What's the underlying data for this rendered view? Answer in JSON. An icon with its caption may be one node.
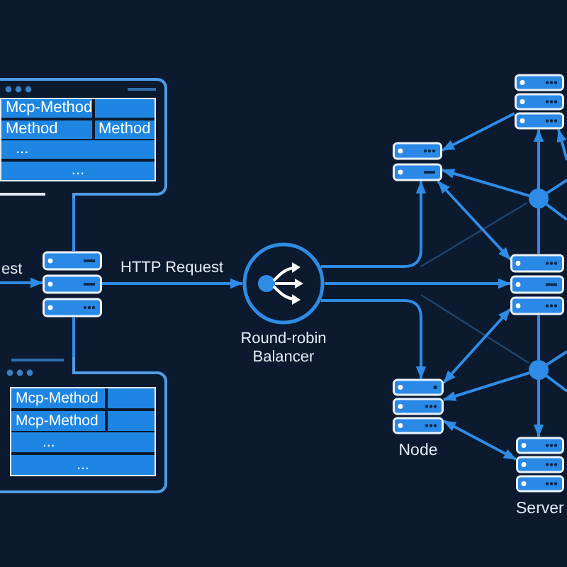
{
  "diagram": {
    "nodes": [
      {
        "text": [
          "Mcp-Method",
          "Method",
          "Method",
          "...",
          "..."
        ]
      },
      {
        "text": [],
        "shape": "server"
      },
      {
        "text": [
          "Mcp-Method",
          "Mcp-Method",
          "...",
          "..."
        ]
      },
      {
        "text": [
          "Round-robin Balancer"
        ]
      },
      {
        "text": [],
        "shape": "server"
      },
      {
        "text": [],
        "shape": "server"
      },
      {
        "text": [],
        "shape": "circle"
      },
      {
        "text": [],
        "shape": "server"
      },
      {
        "text": [],
        "shape": "circle"
      },
      {
        "text": [
          "Node"
        ]
      },
      {
        "text": [
          "Server"
        ]
      }
    ],
    "edges": [
      {
        "from": null,
        "to": 1,
        "arrow": "to",
        "label": "est"
      },
      {
        "from": 0,
        "to": 1,
        "arrow": "none"
      },
      {
        "from": 1,
        "to": 2,
        "arrow": "none"
      },
      {
        "from": 1,
        "to": 3,
        "arrow": "to",
        "label": "HTTP Request"
      },
      {
        "from": 3,
        "to": 5,
        "arrow": "to"
      },
      {
        "from": 3,
        "to": 7,
        "arrow": "to"
      },
      {
        "from": 3,
        "to": 9,
        "arrow": "to"
      },
      {
        "from": 6,
        "to": 4,
        "arrow": "to"
      },
      {
        "from": 4,
        "to": 5,
        "arrow": "to"
      },
      {
        "from": 6,
        "to": 5,
        "arrow": "to"
      },
      {
        "from": 5,
        "to": 7,
        "arrow": "both"
      },
      {
        "from": 6,
        "to": 7,
        "arrow": "none"
      },
      {
        "from": 7,
        "to": 8,
        "arrow": "none"
      },
      {
        "from": 8,
        "to": 9,
        "arrow": "to"
      },
      {
        "from": 8,
        "to": 10,
        "arrow": "to"
      },
      {
        "from": 7,
        "to": 9,
        "arrow": "both"
      },
      {
        "from": 9,
        "to": 10,
        "arrow": "both"
      },
      {
        "from": 6,
        "to": null,
        "arrow": "none"
      },
      {
        "from": 6,
        "to": null,
        "arrow": "none"
      },
      {
        "from": 8,
        "to": null,
        "arrow": "none"
      },
      {
        "from": 8,
        "to": null,
        "arrow": "none"
      },
      {
        "from": null,
        "to": 4,
        "arrow": "to"
      }
    ]
  }
}
